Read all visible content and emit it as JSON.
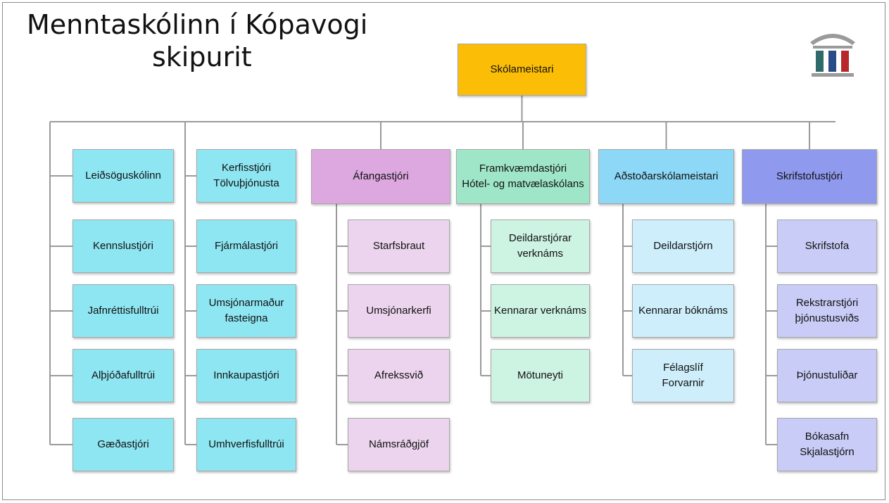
{
  "header": {
    "title_line1": "Menntaskólinn í Kópavogi",
    "title_line2": "skipurit"
  },
  "logo": {
    "icon": "school-building-icon",
    "colors": {
      "roof": "#9a9a9a",
      "column1": "#2f6b6b",
      "column2": "#2a4a8a",
      "column3": "#b8252b"
    }
  },
  "colors": {
    "top": "#fbbd05",
    "cyan": "#8ee6f2",
    "purple": "#dda8e0",
    "purple_light": "#ecd4ee",
    "green": "#9fe6c8",
    "green_light": "#cdf3e3",
    "blue": "#8cd8f6",
    "blue_light": "#cdeefa",
    "violet": "#8f99ee",
    "violet_light": "#c8ccf6",
    "line": "#9a9a9a"
  },
  "org": {
    "root": {
      "label": "Skólameistari"
    },
    "column1": [
      "Leiðsöguskólinn",
      "Kennslustjóri",
      "Jafnréttisfulltrúi",
      "Alþjóðafulltrúi",
      "Gæðastjóri"
    ],
    "column2": [
      "Kerfisstjóri\nTölvuþjónusta",
      "Fjármálastjóri",
      "Umsjónarmaður\nfasteigna",
      "Innkaupastjóri",
      "Umhverfisfulltrúi"
    ],
    "managers": [
      {
        "label": "Áfangastjóri",
        "children": [
          "Starfsbraut",
          "Umsjónarkerfi",
          "Afrekssvið",
          "Námsráðgjöf"
        ]
      },
      {
        "label": "Framkvæmdastjóri\nHótel- og matvælaskólans",
        "children": [
          "Deildarstjórar\nverknáms",
          "Kennarar verknáms",
          "Mötuneyti"
        ]
      },
      {
        "label": "Aðstoðarskólameistari",
        "children": [
          "Deildarstjórn",
          "Kennarar bóknáms",
          "Félagslíf\nForvarnir"
        ]
      },
      {
        "label": "Skrifstofustjóri",
        "children": [
          "Skrifstofa",
          "Rekstrarstjóri\nþjónustusviðs",
          "Þjónustuliðar",
          "Bókasafn\nSkjalastjórn"
        ]
      }
    ]
  }
}
